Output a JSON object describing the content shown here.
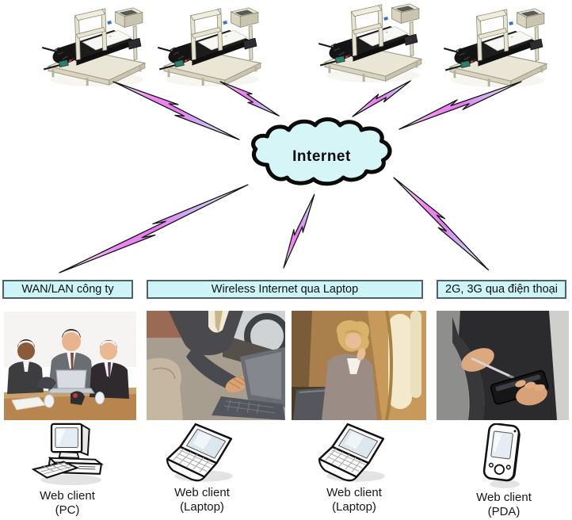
{
  "cloud": {
    "label": "Internet"
  },
  "connections": [
    {
      "label": "WAN/LAN công ty"
    },
    {
      "label": "Wireless Internet qua Laptop"
    },
    {
      "label": "2G, 3G qua điện thoại"
    }
  ],
  "clients": [
    {
      "line1": "Web client",
      "line2": "(PC)",
      "icon": "desktop-pc-icon"
    },
    {
      "line1": "Web client",
      "line2": "(Laptop)",
      "icon": "laptop-icon"
    },
    {
      "line1": "Web client",
      "line2": "(Laptop)",
      "icon": "laptop-icon"
    },
    {
      "line1": "Web client",
      "line2": "(PDA)",
      "icon": "pda-icon"
    }
  ],
  "machines": {
    "icon": "conveyor-machine-photo",
    "count": 4
  },
  "photos": [
    {
      "icon": "office-meeting-photo"
    },
    {
      "icon": "laptop-in-car-photo"
    },
    {
      "icon": "laptop-on-airplane-photo"
    },
    {
      "icon": "pda-in-hand-photo"
    }
  ],
  "colors": {
    "cloud_fill": "#d6f5f6",
    "connection_label_fill": "#cdf4f6",
    "connection_label_border": "#4f6165",
    "bolt_magenta": "#ee82f0",
    "bolt_pale": "#f6effc",
    "outline_black": "#141414"
  }
}
